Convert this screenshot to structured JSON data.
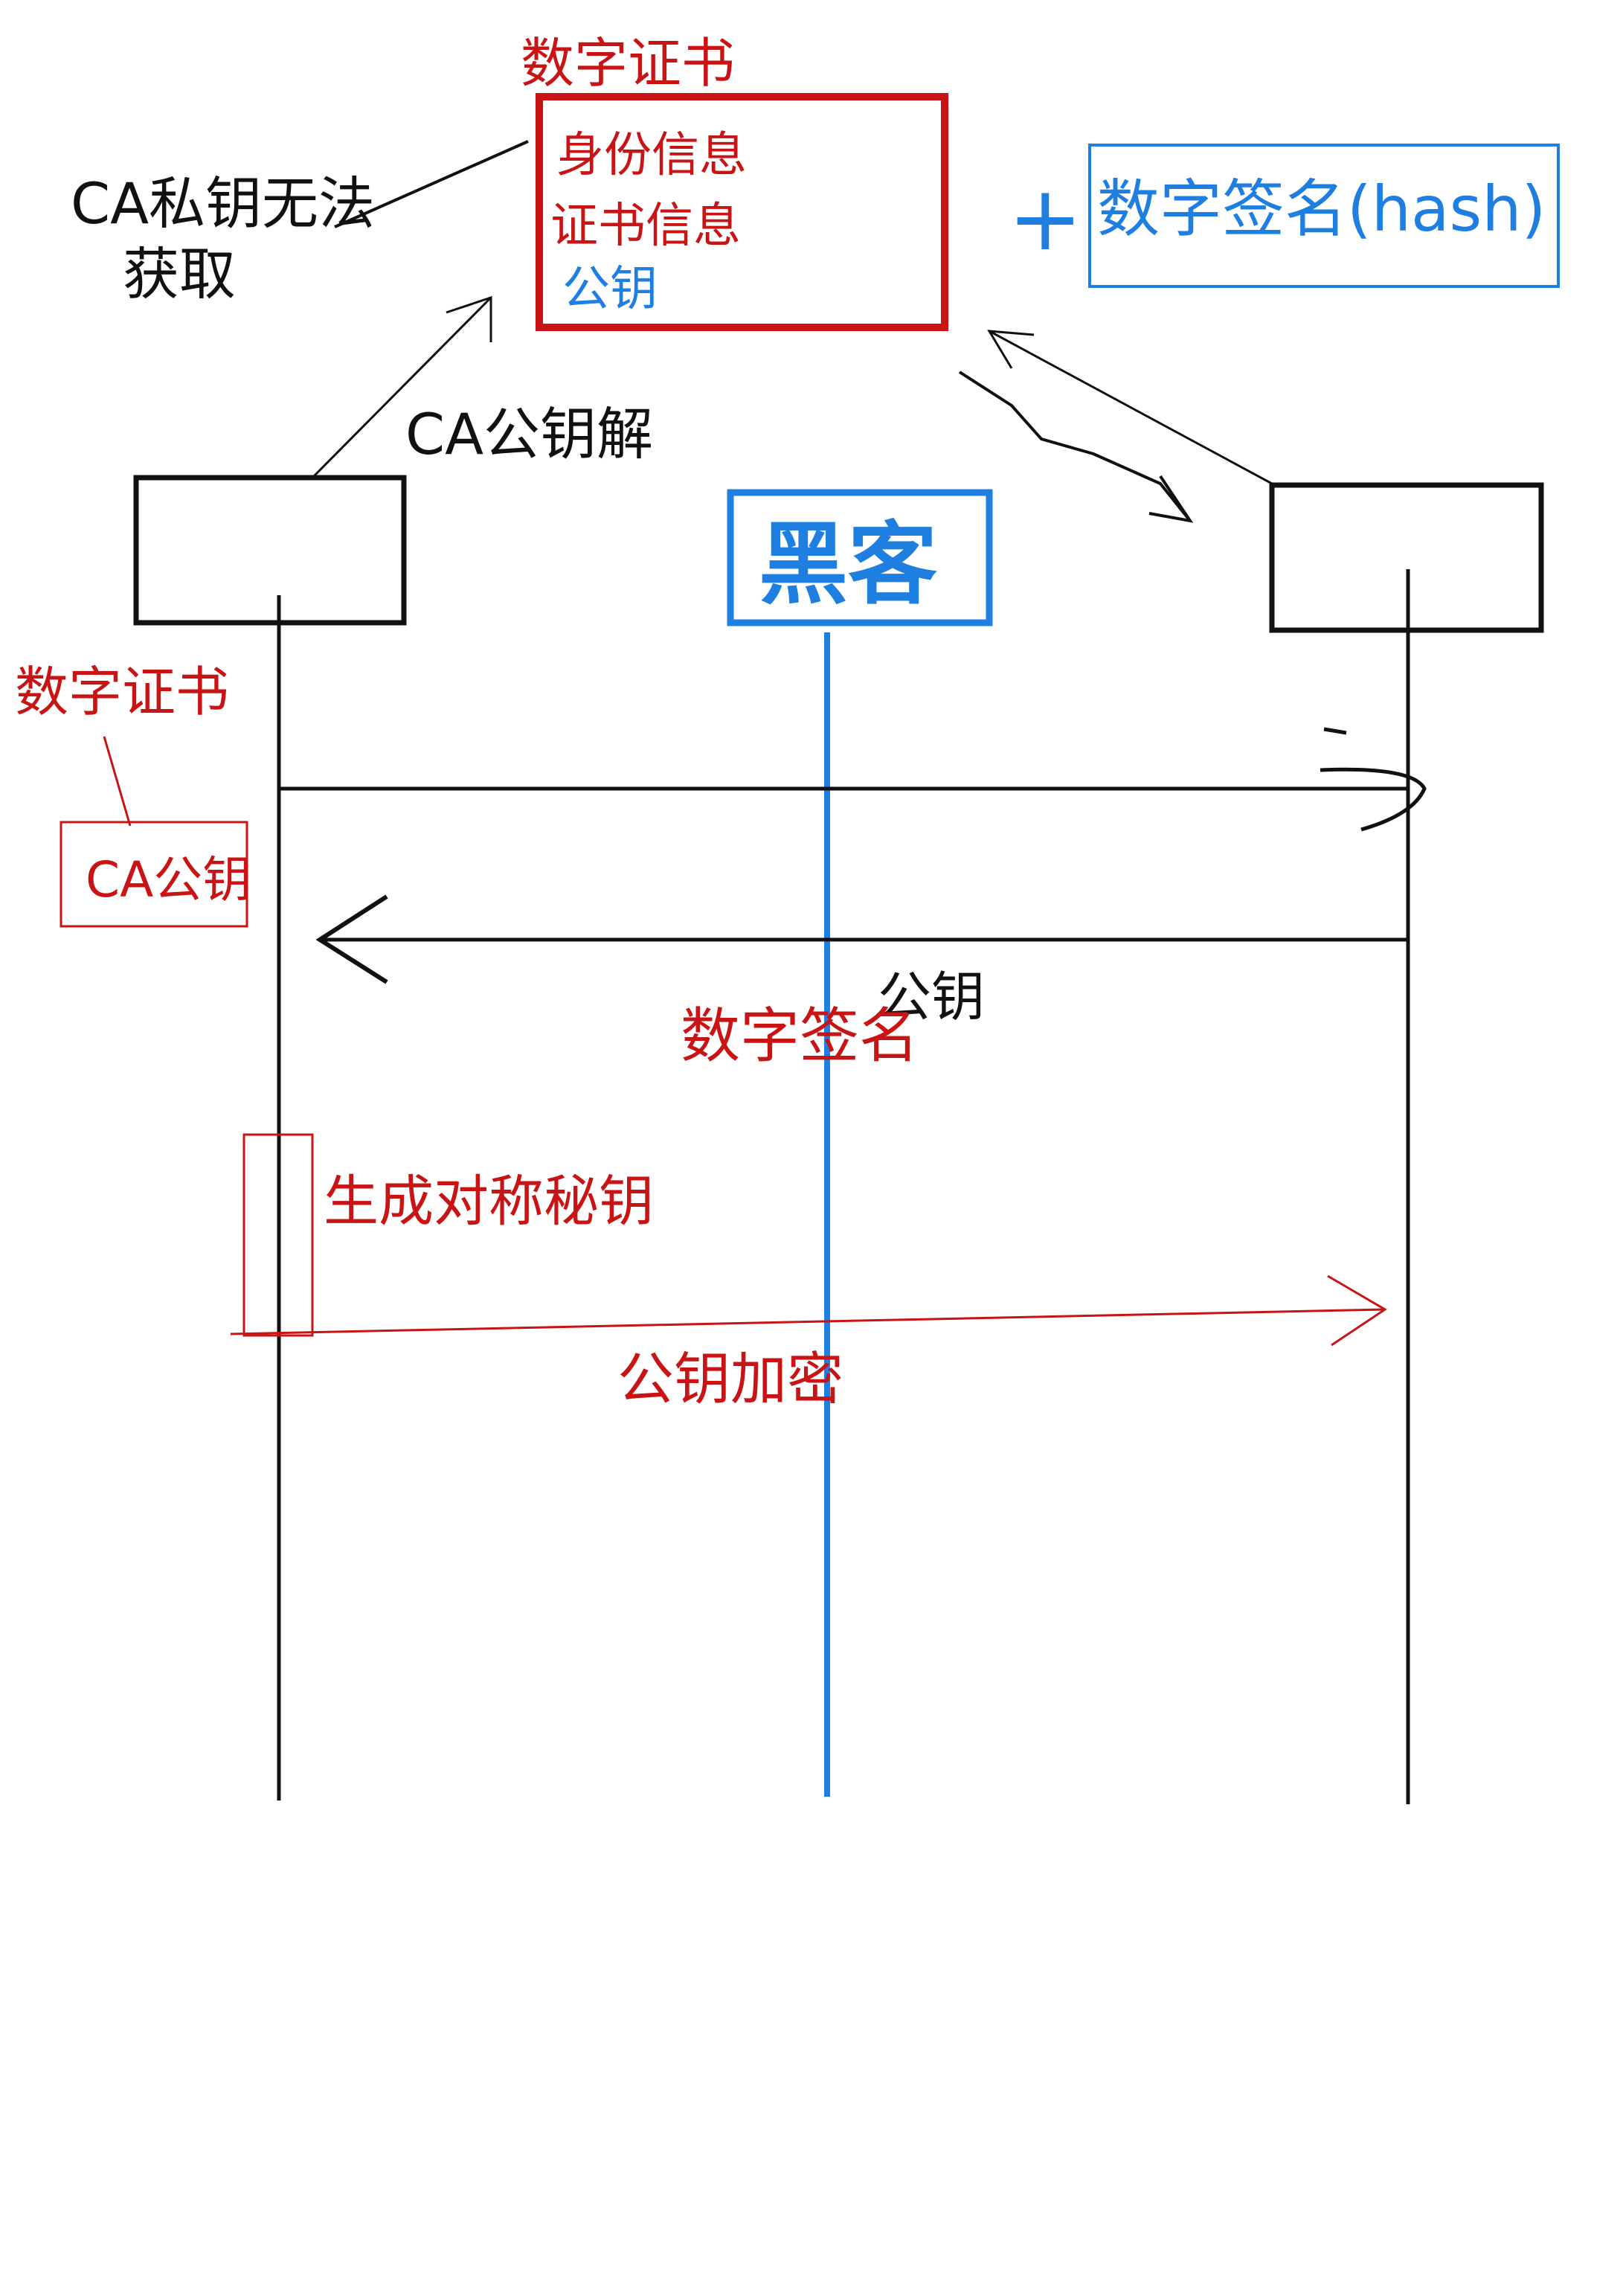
{
  "colors": {
    "red": "#c81414",
    "blue": "#1e7fe0",
    "black": "#111111",
    "background": "#ffffff"
  },
  "certificate": {
    "title": "数字证书",
    "lines": [
      "身份信息",
      "证书信息",
      "公钥"
    ]
  },
  "ca_private_key_note": {
    "line1": "CA私钥无法",
    "line2": "获取"
  },
  "signature_box": {
    "plus": "+",
    "label": "数字签名(hash)"
  },
  "ca_public_decrypt_label": "CA公钥解",
  "hacker_label": "黑客",
  "client_certificate_label": "数字证书",
  "client_ca_box_label": "CA公钥",
  "return_public_key_label": "公钥",
  "return_signature_label": "数字签名",
  "symmetric_key_label": "生成对称秘钥",
  "public_encrypt_label": "公钥加密"
}
